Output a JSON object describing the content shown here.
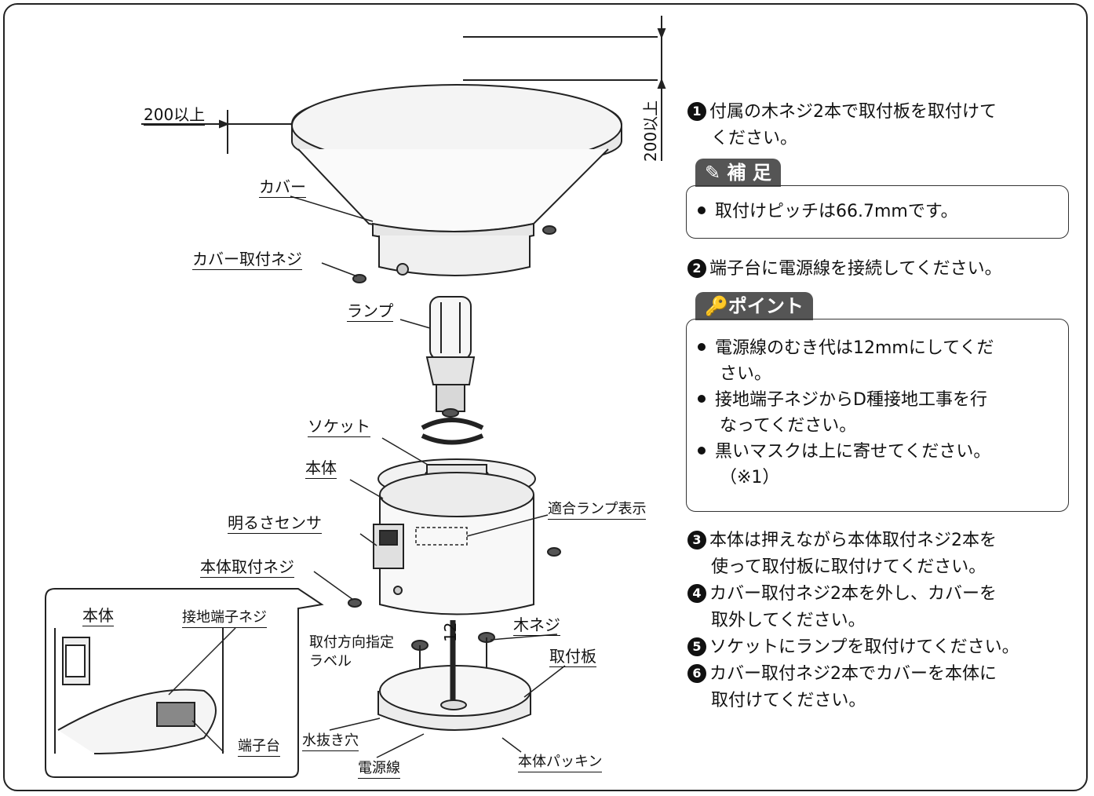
{
  "labels": {
    "clearance_side": "200以上",
    "clearance_top": "200以上",
    "cover": "カバー",
    "cover_screw": "カバー取付ネジ",
    "lamp": "ランプ",
    "socket": "ソケット",
    "body": "本体",
    "brightness_sensor": "明るさセンサ",
    "lamp_display": "適合ランプ表示",
    "body_screw": "本体取付ネジ",
    "inset_body": "本体",
    "ground_screw": "接地端子ネジ",
    "terminal_block": "端子台",
    "strip_length": "12",
    "direction_label_1": "取付方向指定",
    "direction_label_2": "ラベル",
    "wood_screw": "木ネジ",
    "mounting_plate": "取付板",
    "drain_hole": "水抜き穴",
    "power_cable": "電源線",
    "body_packing": "本体パッキン"
  },
  "steps": [
    {
      "num": "1",
      "line1": "付属の木ネジ2本で取付板を取付けて",
      "line2": "ください。"
    },
    {
      "num": "2",
      "line1": "端子台に電源線を接続してください。"
    },
    {
      "num": "3",
      "line1": "本体は押えながら本体取付ネジ2本を",
      "line2": "使って取付板に取付けてください。"
    },
    {
      "num": "4",
      "line1": "カバー取付ネジ2本を外し、カバーを",
      "line2": "取外してください。"
    },
    {
      "num": "5",
      "line1": "ソケットにランプを取付けてください。"
    },
    {
      "num": "6",
      "line1": "カバー取付ネジ2本でカバーを本体に",
      "line2": "取付けてください。"
    }
  ],
  "supplement": {
    "title": "補 足",
    "icon": "pencil-icon",
    "items": [
      "取付けピッチは66.7mmです。"
    ]
  },
  "point": {
    "title": "ポイント",
    "icon": "key-icon",
    "items": [
      {
        "line1": "電源線のむき代は12mmにしてくだ",
        "line2": "さい。"
      },
      {
        "line1": "接地端子ネジからD種接地工事を行",
        "line2": "なってください。"
      },
      {
        "line1": "黒いマスクは上に寄せてください。",
        "line2": "（※1）"
      }
    ]
  }
}
